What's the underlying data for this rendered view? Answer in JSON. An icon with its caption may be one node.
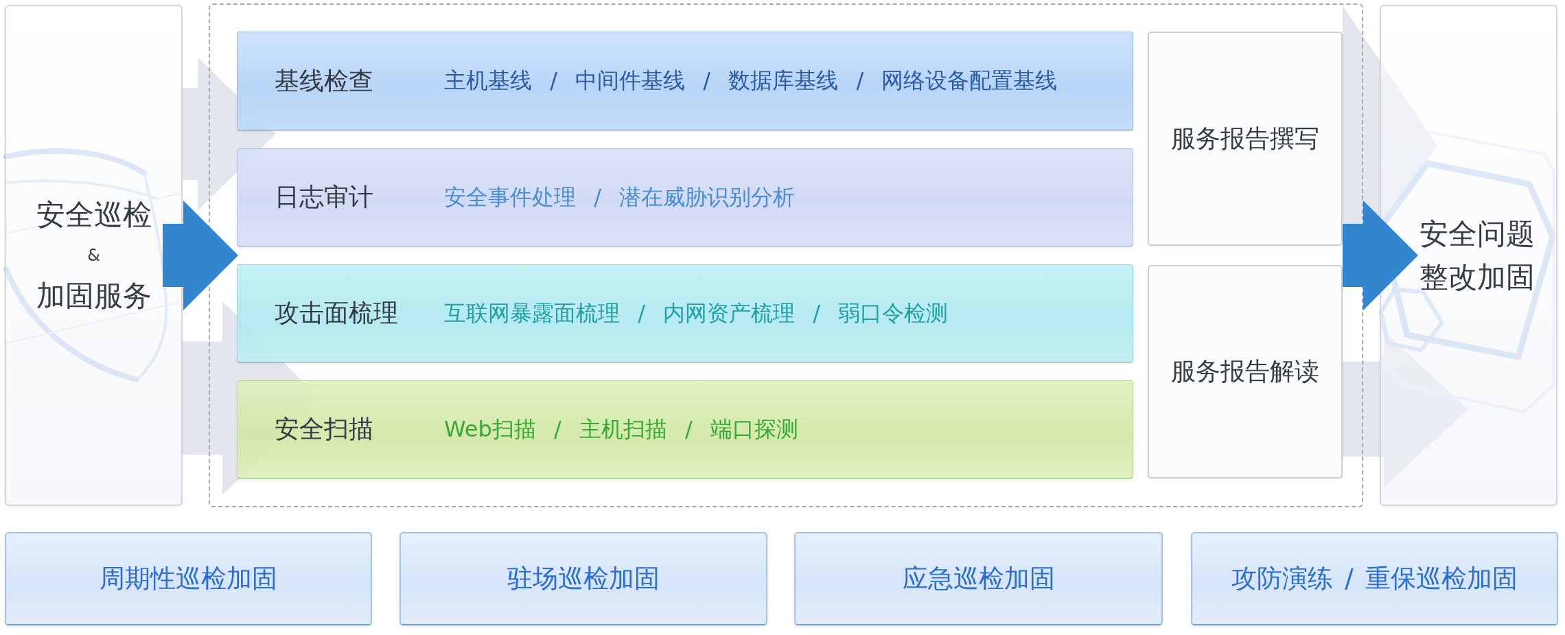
{
  "diagram": {
    "nodes": [
      {
        "text": [
          "安全巡检",
          "&",
          "加固服务"
        ]
      },
      {
        "text": [],
        "shape": "box"
      },
      {
        "text": [
          "基线检查",
          "主机基线 / 中间件基线 / 数据库基线 / 网络设备配置基线"
        ],
        "in": 1
      },
      {
        "text": [
          "日志审计",
          "安全事件处理 / 潜在威胁识别分析"
        ],
        "in": 1
      },
      {
        "text": [
          "攻击面梳理",
          "互联网暴露面梳理 / 内网资产梳理 / 弱口令检测"
        ],
        "in": 1
      },
      {
        "text": [
          "安全扫描",
          "Web扫描 / 主机扫描 / 端口探测"
        ],
        "in": 1
      },
      {
        "text": [
          "服务报告撰写"
        ],
        "in": 1
      },
      {
        "text": [
          "服务报告解读"
        ],
        "in": 1
      },
      {
        "text": [
          "安全问题整改加固"
        ]
      },
      {
        "text": [
          "周期性巡检加固"
        ]
      },
      {
        "text": [
          "驻场巡检加固"
        ]
      },
      {
        "text": [
          "应急巡检加固"
        ]
      },
      {
        "text": [
          "攻防演练 / 重保巡检加固"
        ]
      }
    ],
    "edges": [
      {
        "from": 0,
        "to": 1,
        "arrow": "to",
        "color": "#3286d0"
      },
      {
        "from": 1,
        "to": 8,
        "arrow": "to",
        "color": "#3286d0"
      },
      {
        "from": 0,
        "to": 1,
        "arrow": "to"
      },
      {
        "from": 0,
        "to": 5,
        "arrow": "to"
      },
      {
        "from": 6,
        "to": 8,
        "arrow": "to"
      },
      {
        "from": 7,
        "to": 8,
        "arrow": "to"
      }
    ]
  }
}
